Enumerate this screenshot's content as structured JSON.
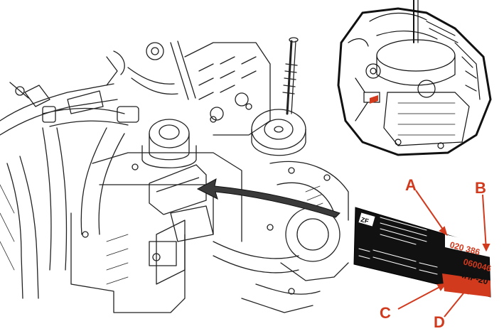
{
  "callouts": {
    "a": "A",
    "b": "B",
    "c": "C",
    "d": "D"
  },
  "plate": {
    "logo": "ZF",
    "part_number": "020 386",
    "serial_number": "060046",
    "type": "4HP-20"
  },
  "colors": {
    "accent": "#d23a1e",
    "plate_black": "#111111",
    "line": "#222222"
  }
}
